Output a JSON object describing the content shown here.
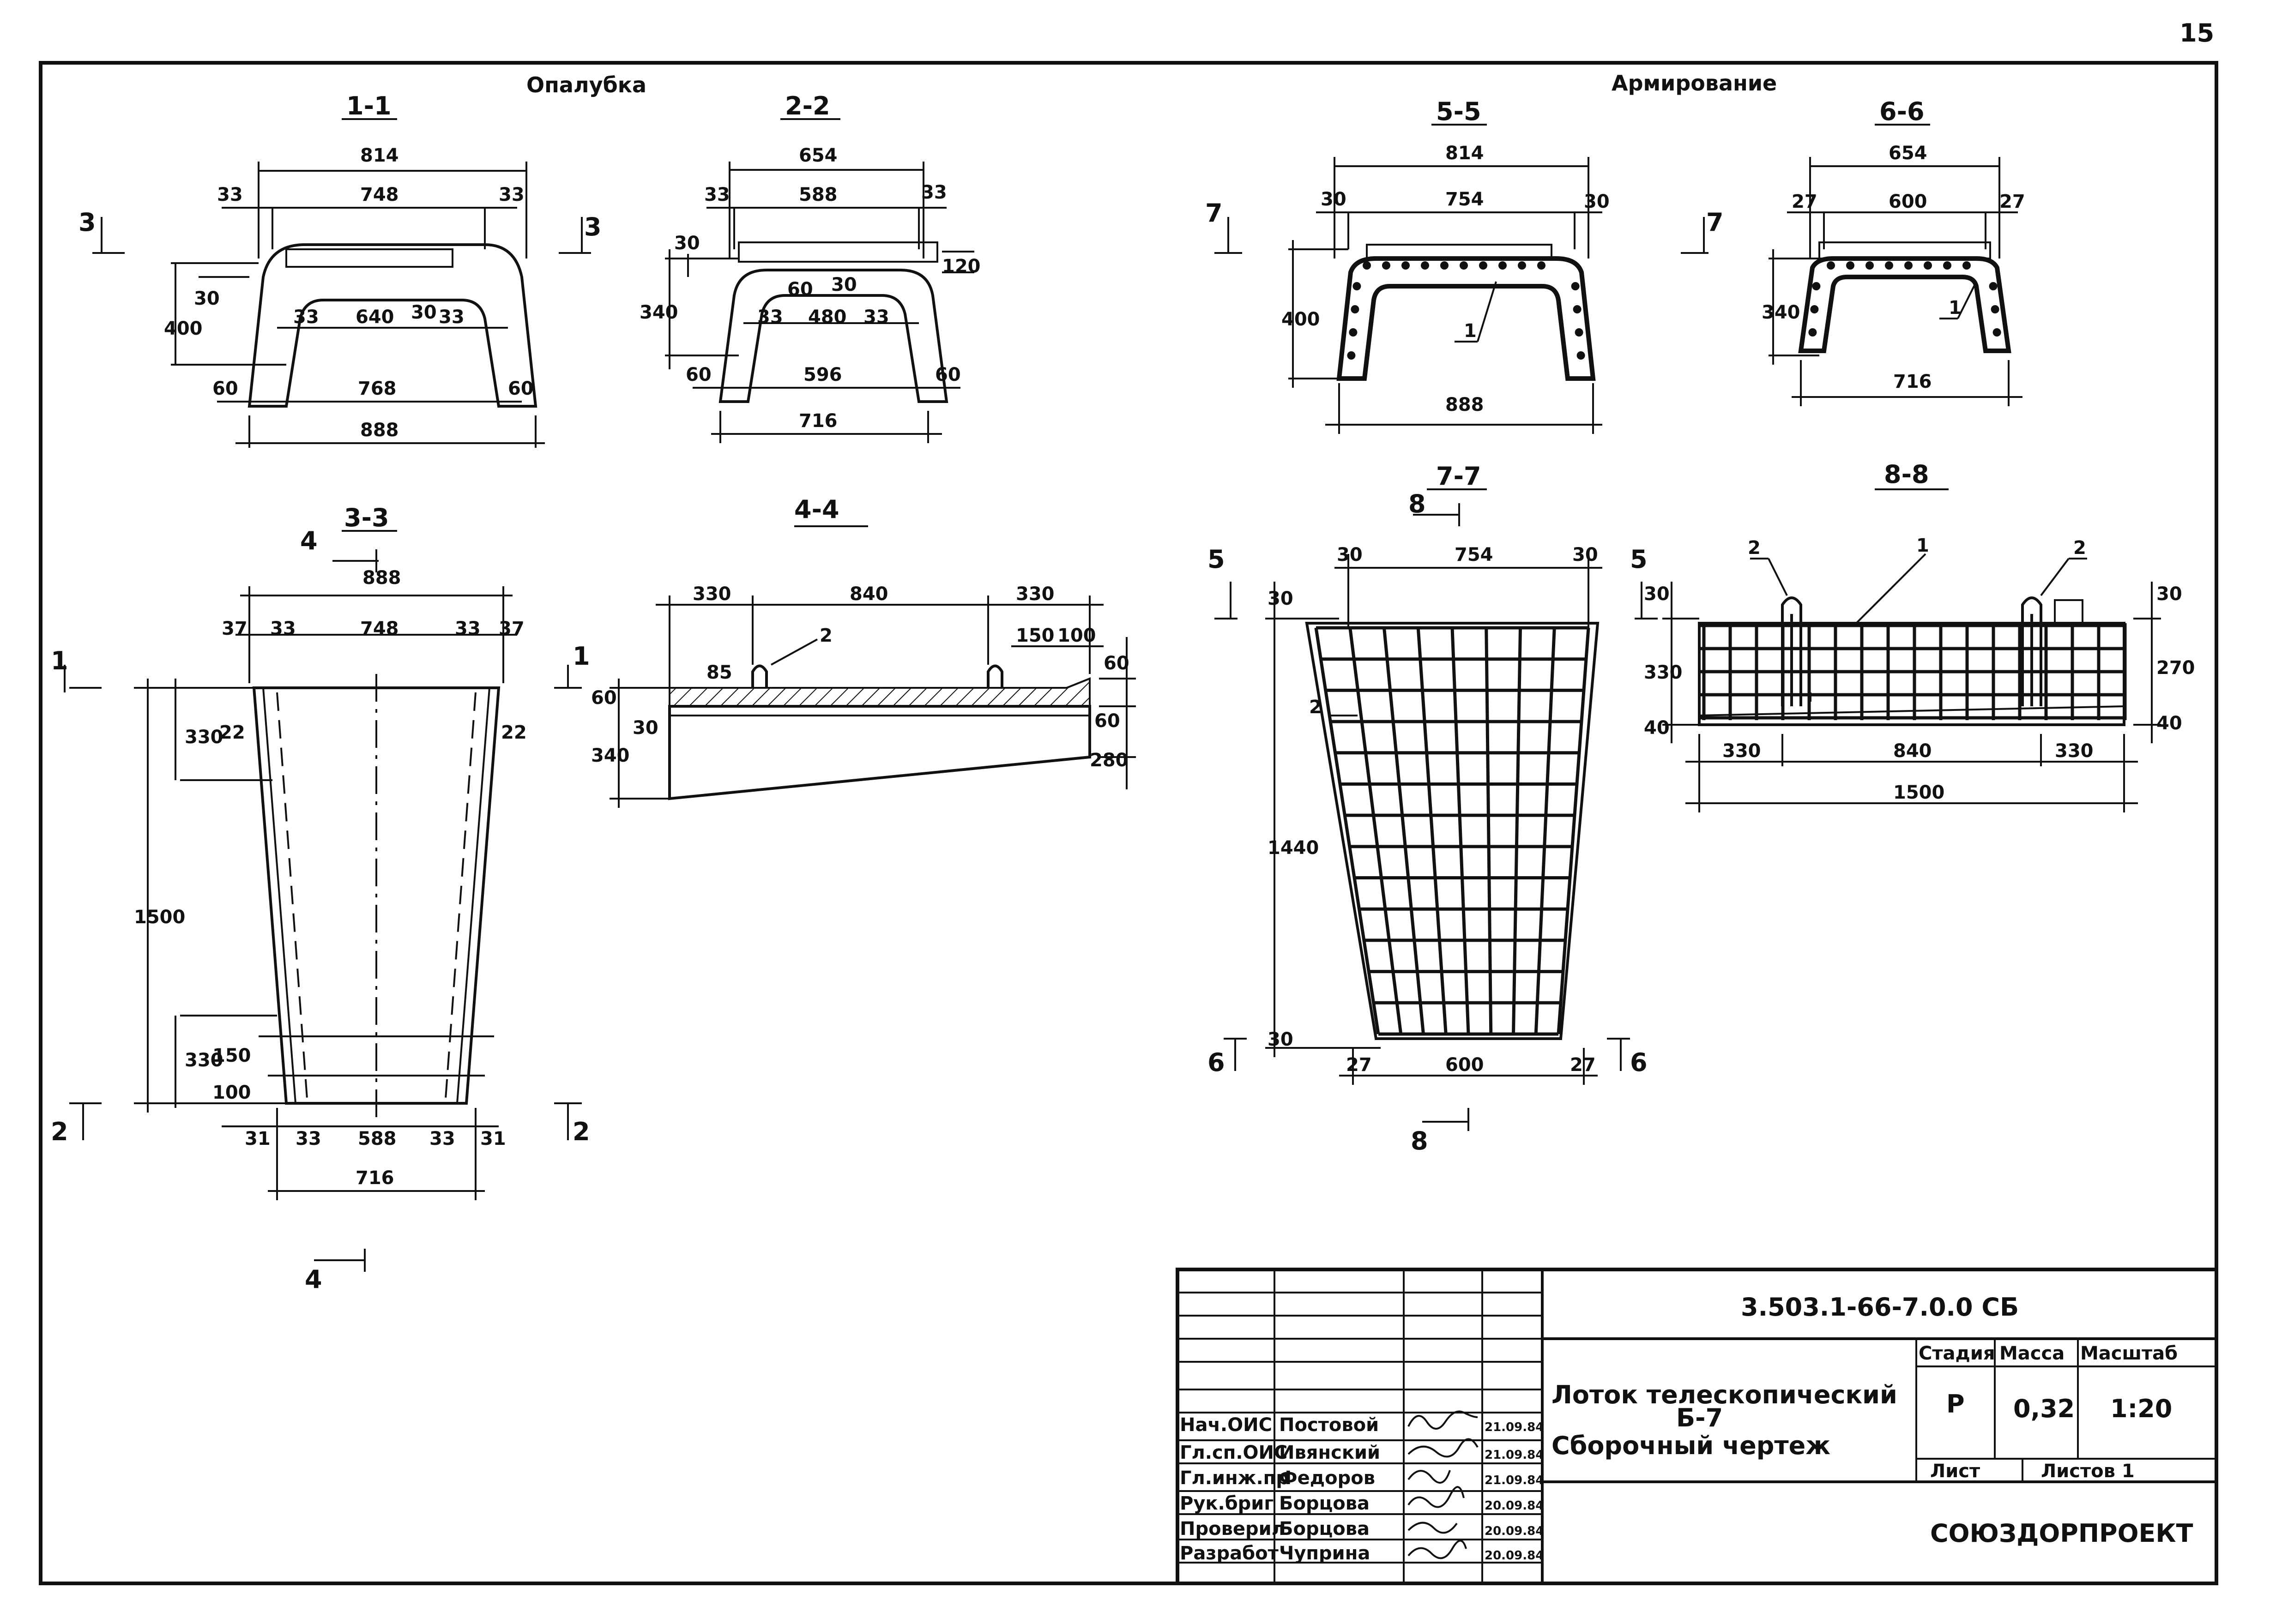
{
  "sheet": {
    "number": "15",
    "headings": {
      "formwork": "Опалубка",
      "reinforcement": "Армирование"
    }
  },
  "sections": {
    "s11": {
      "label": "1-1",
      "dims": [
        "814",
        "748",
        "33",
        "33",
        "400",
        "30",
        "33",
        "640",
        "30",
        "33",
        "60",
        "768",
        "60",
        "888"
      ]
    },
    "s22": {
      "label": "2-2",
      "dims": [
        "654",
        "588",
        "33",
        "33",
        "30",
        "340",
        "60",
        "30",
        "120",
        "33",
        "480",
        "33",
        "60",
        "596",
        "60",
        "716"
      ]
    },
    "s55": {
      "label": "5-5",
      "dims": [
        "814",
        "754",
        "30",
        "30",
        "400",
        "888"
      ],
      "callout": "1"
    },
    "s66": {
      "label": "6-6",
      "dims": [
        "654",
        "600",
        "27",
        "27",
        "340",
        "716"
      ],
      "callout": "1"
    },
    "s33": {
      "label": "3-3",
      "dims": [
        "888",
        "37",
        "33",
        "748",
        "33",
        "37",
        "330",
        "22",
        "22",
        "1500",
        "330",
        "150",
        "100",
        "31",
        "33",
        "588",
        "33",
        "31",
        "716"
      ]
    },
    "s44": {
      "label": "4-4",
      "dims": [
        "330",
        "840",
        "330",
        "85",
        "150",
        "100",
        "60",
        "60",
        "30",
        "340",
        "60",
        "280"
      ],
      "callout": "2"
    },
    "s77": {
      "label": "7-7",
      "dims": [
        "30",
        "754",
        "30",
        "30",
        "1440",
        "30",
        "27",
        "600",
        "27"
      ],
      "callout": "2"
    },
    "s88": {
      "label": "8-8",
      "dims": [
        "30",
        "330",
        "40",
        "30",
        "270",
        "40",
        "330",
        "840",
        "330",
        "1500"
      ],
      "callouts": [
        "2",
        "1",
        "2"
      ]
    }
  },
  "cut_marks": [
    "3",
    "3",
    "7",
    "7",
    "4",
    "1",
    "1",
    "2",
    "2",
    "4",
    "8",
    "5",
    "5",
    "6",
    "6",
    "8"
  ],
  "title_block": {
    "code": "3.503.1-66-7.0.0 СБ",
    "title_line1": "Лоток телескопический",
    "title_line2": "Б-7",
    "title_line3": "Сборочный чертеж",
    "col_stage": "Стадия",
    "col_mass": "Масса",
    "col_scale": "Масштаб",
    "stage": "Р",
    "mass": "0,32",
    "scale": "1:20",
    "sheet_label": "Лист",
    "sheets_label": "Листов 1",
    "org": "СОЮЗДОРПРОЕКТ",
    "signers": [
      {
        "role": "Нач.ОИС",
        "name": "Постовой",
        "date": "21.09.84"
      },
      {
        "role": "Гл.сп.ОИС",
        "name": "Ивянский",
        "date": "21.09.84"
      },
      {
        "role": "Гл.инж.пр",
        "name": "Федоров",
        "date": "21.09.84"
      },
      {
        "role": "Рук.бриг",
        "name": "Борцова",
        "date": "20.09.84"
      },
      {
        "role": "Проверил",
        "name": "Борцова",
        "date": "20.09.84"
      },
      {
        "role": "Разработ",
        "name": "Чуприна",
        "date": "20.09.84"
      }
    ]
  }
}
